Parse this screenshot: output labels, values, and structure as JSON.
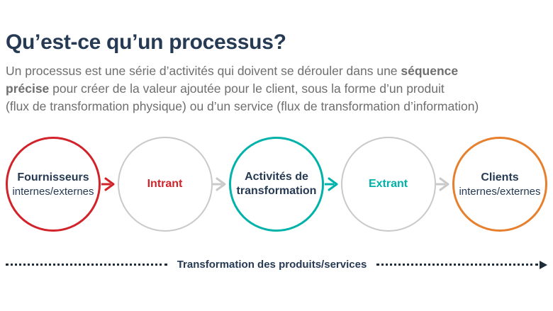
{
  "colors": {
    "navy": "#263a53",
    "body-gray": "#6e6e6e",
    "red": "#d2232a",
    "teal": "#00b2a9",
    "orange": "#e6802e",
    "circle-gray": "#c9c9c9",
    "line-dark": "#1e2c3a"
  },
  "header": {
    "title": "Qu’est-ce qu’un processus?"
  },
  "paragraph": {
    "lines": [
      {
        "pre": "Un processus est une série d’activités qui doivent se dérouler dans une ",
        "bold": "séquence",
        "post": ""
      },
      {
        "pre": "",
        "bold": "précise",
        "post": " pour créer de la valeur ajoutée pour le client, sous la forme d’un produit"
      },
      {
        "pre": "(flux de transformation physique) ou d’un service (flux de transformation d’information)",
        "bold": "",
        "post": ""
      }
    ]
  },
  "diagram": {
    "nodes": [
      {
        "title": "Fournisseurs",
        "subtitle": "internes/externes",
        "border": "red",
        "text": "navy"
      },
      {
        "title": "Intrant",
        "subtitle": "",
        "border": "circle-gray",
        "text": "red"
      },
      {
        "title": "Activités de transformation",
        "subtitle": "",
        "border": "teal",
        "text": "navy"
      },
      {
        "title": "Extrant",
        "subtitle": "",
        "border": "circle-gray",
        "text": "teal"
      },
      {
        "title": "Clients",
        "subtitle": "internes/externes",
        "border": "orange",
        "text": "navy"
      }
    ],
    "arrows": [
      {
        "color": "red"
      },
      {
        "color": "circle-gray"
      },
      {
        "color": "teal"
      },
      {
        "color": "circle-gray"
      }
    ]
  },
  "footer": {
    "label": "Transformation des produits/services"
  }
}
